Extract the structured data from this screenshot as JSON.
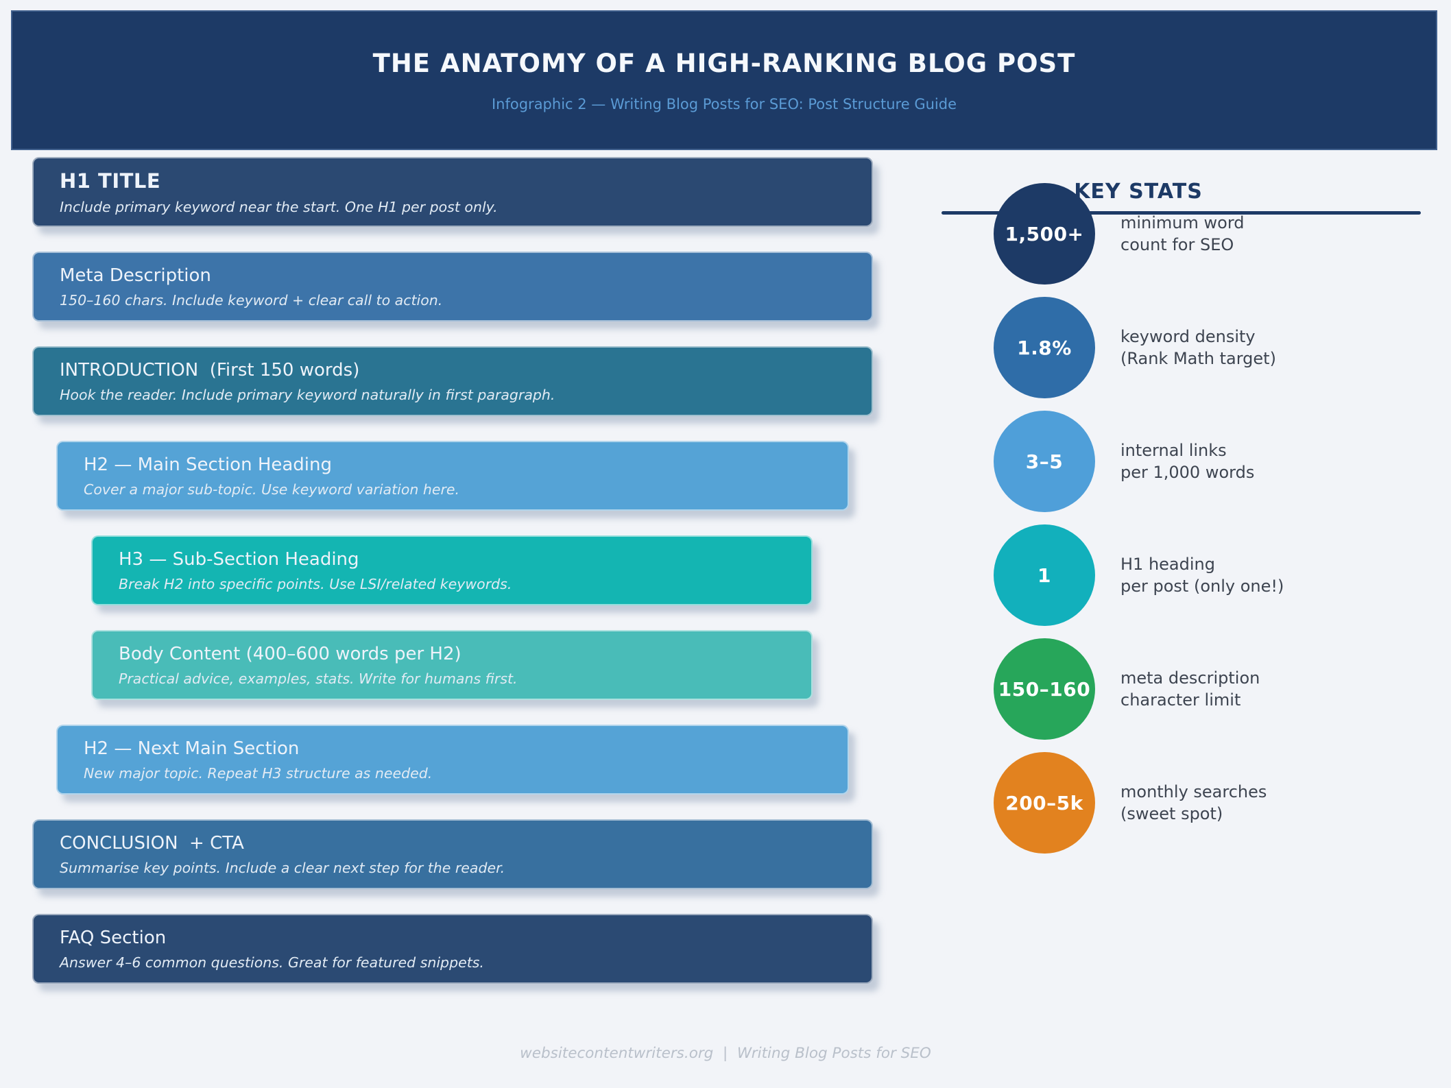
{
  "page": {
    "background": "#f2f4f8",
    "footer": "websitecontentwriters.org  |  Writing Blog Posts for SEO"
  },
  "header": {
    "title": "THE ANATOMY OF A HIGH-RANKING BLOG POST",
    "subtitle": "Infographic 2 — Writing Blog Posts for SEO: Post Structure Guide",
    "bg_color": "#1d3a66",
    "subtitle_color": "#5b9bd5"
  },
  "structure": {
    "blocks": [
      {
        "title": "H1 TITLE",
        "subtitle": "Include primary keyword near the start. One H1 per post only.",
        "color": "#2b4972",
        "level": 0,
        "bold": true
      },
      {
        "title": "Meta Description",
        "subtitle": "150–160 chars. Include keyword + clear call to action.",
        "color": "#3d74a9",
        "level": 0,
        "bold": false
      },
      {
        "title": "INTRODUCTION  (First 150 words)",
        "subtitle": "Hook the reader. Include primary keyword naturally in first paragraph.",
        "color": "#2a7492",
        "level": 0,
        "bold": false
      },
      {
        "title": "H2 — Main Section Heading",
        "subtitle": "Cover a major sub-topic. Use keyword variation here.",
        "color": "#55a3d6",
        "level": 1,
        "bold": false
      },
      {
        "title": "H3 — Sub-Section Heading",
        "subtitle": "Break H2 into specific points. Use LSI/related keywords.",
        "color": "#14b5b2",
        "level": 2,
        "bold": false
      },
      {
        "title": "Body Content (400–600 words per H2)",
        "subtitle": "Practical advice, examples, stats. Write for humans first.",
        "color": "#49bcb8",
        "level": 2,
        "bold": false
      },
      {
        "title": "H2 — Next Main Section",
        "subtitle": "New major topic. Repeat H3 structure as needed.",
        "color": "#55a3d6",
        "level": 1,
        "bold": false
      },
      {
        "title": "CONCLUSION  + CTA",
        "subtitle": "Summarise key points. Include a clear next step for the reader.",
        "color": "#38709f",
        "level": 0,
        "bold": false
      },
      {
        "title": "FAQ Section",
        "subtitle": "Answer 4–6 common questions. Great for featured snippets.",
        "color": "#2b4a73",
        "level": 0,
        "bold": false
      }
    ]
  },
  "key_stats": {
    "heading": "KEY STATS",
    "divider_color": "#1d3a66",
    "items": [
      {
        "value": "1,500+",
        "label": "minimum word\ncount for SEO",
        "color": "#1d3a66"
      },
      {
        "value": "1.8%",
        "label": "keyword density\n(Rank Math target)",
        "color": "#2f6da8"
      },
      {
        "value": "3–5",
        "label": "internal links\nper 1,000 words",
        "color": "#4f9fd9"
      },
      {
        "value": "1",
        "label": "H1 heading\nper post (only one!)",
        "color": "#12b0bc"
      },
      {
        "value": "150–160",
        "label": "meta description\ncharacter limit",
        "color": "#27a65a"
      },
      {
        "value": "200–5k",
        "label": "monthly searches\n(sweet spot)",
        "color": "#e2821f"
      }
    ]
  }
}
